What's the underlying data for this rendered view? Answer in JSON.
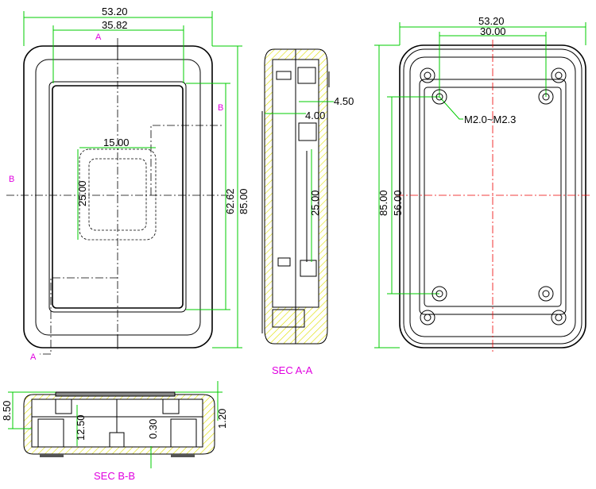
{
  "front_view": {
    "dims": {
      "width_outer": "53.20",
      "width_inner": "35.82",
      "window_width": "15.00",
      "window_height": "25.00",
      "height_inner": "62.62",
      "height_outer": "85.00"
    },
    "section_marks": {
      "a_top": "A",
      "a_bottom": "A",
      "b_right": "B",
      "b_left": "B"
    }
  },
  "section_a": {
    "title": "SEC A-A",
    "dims": {
      "wall_outer": "4.50",
      "wall_inner": "4.00",
      "height": "25.00"
    }
  },
  "back_view": {
    "dims": {
      "width_outer": "53.20",
      "hole_spacing_x": "30.00",
      "height_outer": "85.00",
      "hole_spacing_y": "56.00"
    },
    "screw_label": "M2.0~M2.3"
  },
  "section_b": {
    "title": "SEC B-B",
    "dims": {
      "thickness": "8.50",
      "depth": "12.50",
      "gap": "0.30",
      "rim": "1.20"
    }
  },
  "colors": {
    "dimension": "#00cc00",
    "label": "#e000e0",
    "centerline": "#e00000",
    "hatch": "#e8e800"
  }
}
